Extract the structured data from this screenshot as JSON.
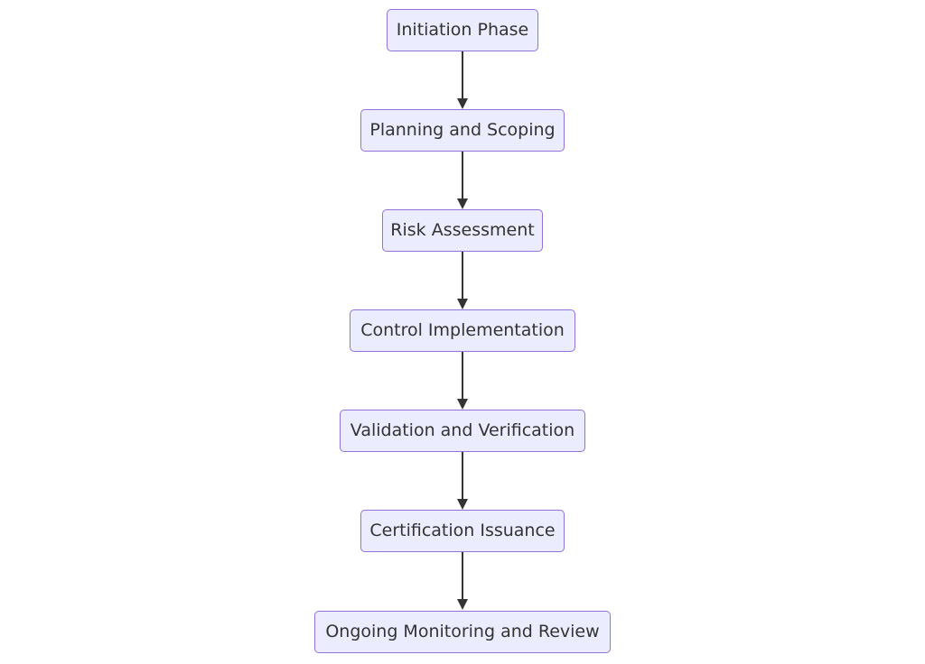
{
  "diagram": {
    "type": "flowchart",
    "direction": "top-to-bottom",
    "colors": {
      "node_fill": "#ececff",
      "node_border": "#9370db",
      "text": "#333333",
      "edge": "#333333",
      "background": "#ffffff"
    },
    "nodes": [
      {
        "id": "initiation",
        "label": "Initiation Phase"
      },
      {
        "id": "planning",
        "label": "Planning and Scoping"
      },
      {
        "id": "risk",
        "label": "Risk Assessment"
      },
      {
        "id": "control",
        "label": "Control Implementation"
      },
      {
        "id": "validation",
        "label": "Validation and Verification"
      },
      {
        "id": "certification",
        "label": "Certification Issuance"
      },
      {
        "id": "monitoring",
        "label": "Ongoing Monitoring and Review"
      }
    ],
    "edges": [
      {
        "from": "initiation",
        "to": "planning"
      },
      {
        "from": "planning",
        "to": "risk"
      },
      {
        "from": "risk",
        "to": "control"
      },
      {
        "from": "control",
        "to": "validation"
      },
      {
        "from": "validation",
        "to": "certification"
      },
      {
        "from": "certification",
        "to": "monitoring"
      }
    ]
  }
}
